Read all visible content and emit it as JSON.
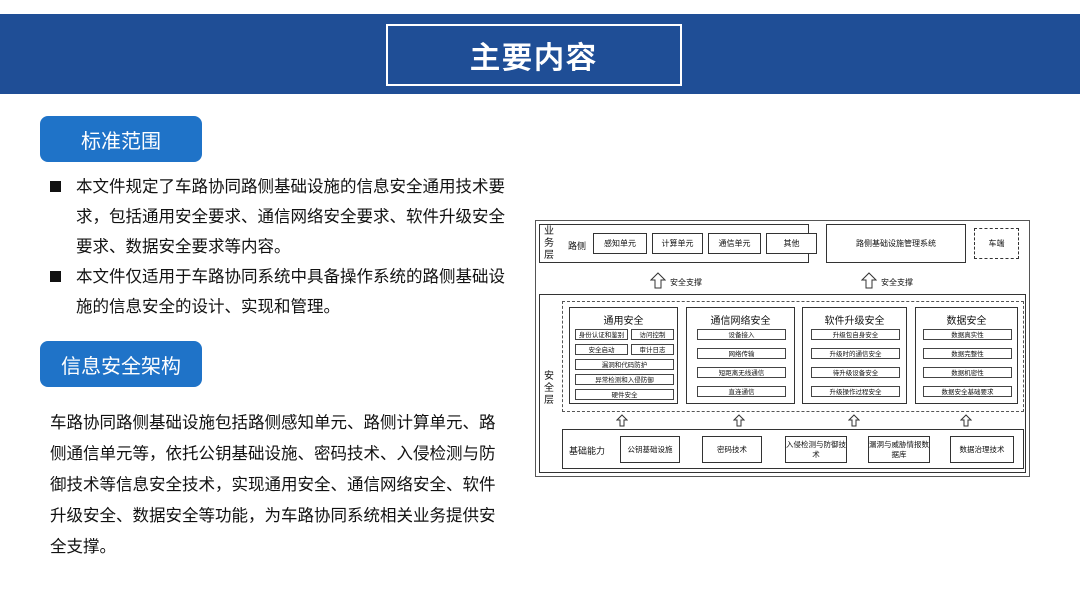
{
  "header": {
    "title": "主要内容"
  },
  "sections": {
    "scope_label": "标准范围",
    "arch_label": "信息安全架构"
  },
  "bullets": [
    "本文件规定了车路协同路侧基础设施的信息安全通用技术要求，包括通用安全要求、通信网络安全要求、软件升级安全要求、数据安全要求等内容。",
    "本文件仅适用于车路协同系统中具备操作系统的路侧基础设施的信息安全的设计、实现和管理。"
  ],
  "paragraph": "车路协同路侧基础设施包括路侧感知单元、路侧计算单元、路侧通信单元等，依托公钥基础设施、密码技术、入侵检测与防御技术等信息安全技术，实现通用安全、通信网络安全、软件升级安全、数据安全等功能，为车路协同系统相关业务提供安全支撑。",
  "diagram": {
    "business_layer": "业务层",
    "roadside": "路侧",
    "roadside_units": [
      "感知单元",
      "计算单元",
      "通信单元",
      "其他"
    ],
    "mgmt_system": "路侧基础设施管理系统",
    "vehicle": "车端",
    "support": "安全支撑",
    "security_layer": "安全层",
    "general": {
      "title": "通用安全",
      "items": [
        "身份认证和鉴别",
        "访问控制",
        "安全启动",
        "审计日志",
        "漏洞和代码防护",
        "异常检测和入侵防御",
        "硬件安全"
      ]
    },
    "network": {
      "title": "通信网络安全",
      "items": [
        "设备接入",
        "网络传输",
        "短距离无线通信",
        "直连通信"
      ]
    },
    "upgrade": {
      "title": "软件升级安全",
      "items": [
        "升级包自身安全",
        "升级时的通信安全",
        "待升级设备安全",
        "升级操作过程安全"
      ]
    },
    "data": {
      "title": "数据安全",
      "items": [
        "数据真实性",
        "数据完整性",
        "数据机密性",
        "数据安全基础要求"
      ]
    },
    "base_label": "基础能力",
    "base_items": [
      "公钥基础设施",
      "密码技术",
      "入侵检测与防御技术",
      "漏洞与威胁情报数据库",
      "数据治理技术"
    ]
  }
}
